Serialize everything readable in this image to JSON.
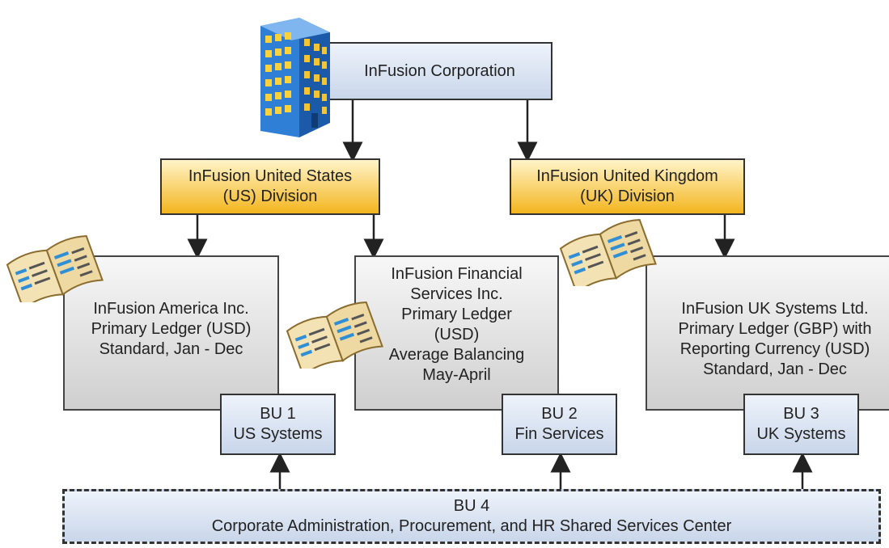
{
  "corporation": {
    "name": "InFusion Corporation"
  },
  "divisions": {
    "us": {
      "line1": "InFusion United States",
      "line2": "(US) Division"
    },
    "uk": {
      "line1": "InFusion United Kingdom",
      "line2": "(UK)  Division"
    }
  },
  "entities": {
    "us": {
      "lines": [
        "InFusion America Inc.",
        "Primary Ledger (USD)",
        "Standard, Jan - Dec"
      ]
    },
    "fin": {
      "lines": [
        "InFusion Financial",
        "Services Inc.",
        "Primary Ledger",
        "(USD)",
        "Average Balancing",
        "May-April"
      ]
    },
    "uk": {
      "lines": [
        "InFusion UK Systems Ltd.",
        "Primary Ledger (GBP) with",
        "Reporting Currency (USD)",
        "Standard, Jan - Dec"
      ]
    }
  },
  "business_units": {
    "bu1": {
      "name": "BU 1",
      "desc": "US Systems"
    },
    "bu2": {
      "name": "BU 2",
      "desc": "Fin Services"
    },
    "bu3": {
      "name": "BU 3",
      "desc": "UK Systems"
    }
  },
  "shared_services": {
    "name": "BU 4",
    "desc": "Corporate Administration, Procurement, and HR Shared Services Center"
  },
  "icons": {
    "building": "office-building-icon",
    "ledger": "ledger-book-icon"
  },
  "colors": {
    "division": "#f3b51e",
    "box_blue": "#c9d6ea",
    "entity_gray": "#cfcfcf",
    "building_blue": "#2f7fd6"
  }
}
